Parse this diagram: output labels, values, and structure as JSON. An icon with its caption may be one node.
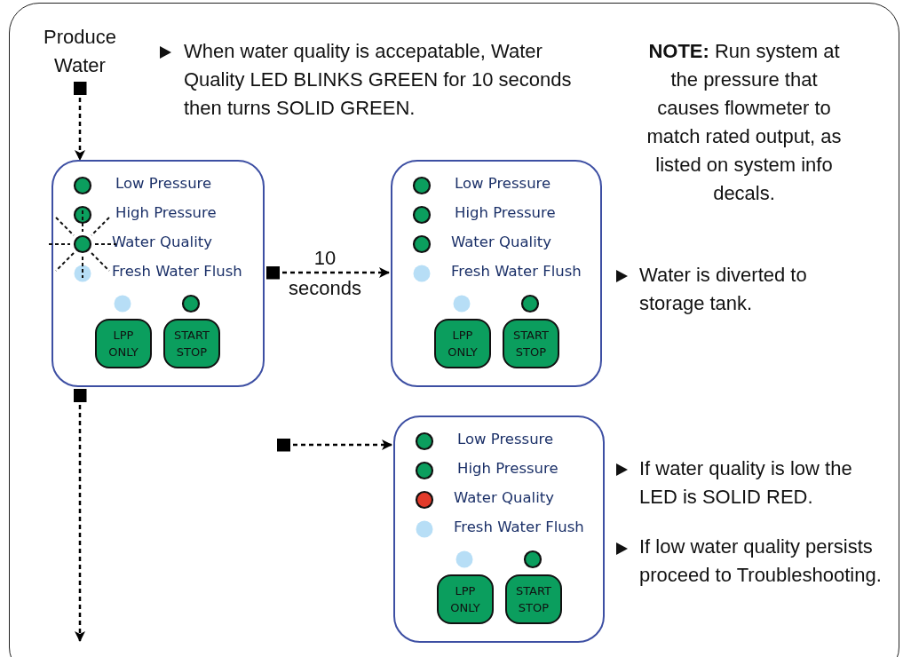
{
  "diagram": {
    "nodes": [
      {
        "text": [
          "Produce Water"
        ]
      },
      {
        "text": [
          "Low Pressure",
          "High Pressure",
          "Water Quality",
          "Fresh Water Flush"
        ]
      },
      {
        "text": [
          "LPP ONLY"
        ],
        "in": 1
      },
      {
        "text": [
          "START STOP"
        ],
        "in": 1
      },
      {
        "text": [
          "Low Pressure",
          "High Pressure",
          "Water Quality",
          "Fresh Water Flush"
        ]
      },
      {
        "text": [
          "LPP ONLY"
        ],
        "in": 4
      },
      {
        "text": [
          "START STOP"
        ],
        "in": 4
      },
      {
        "text": [
          "Low Pressure",
          "High Pressure",
          "Water Quality",
          "Fresh Water Flush"
        ]
      },
      {
        "text": [
          "LPP ONLY"
        ],
        "in": 7
      },
      {
        "text": [
          "START STOP"
        ],
        "in": 7
      }
    ],
    "edges": [
      {
        "from": 0,
        "to": 1,
        "arrow": "to",
        "style": "dashed"
      },
      {
        "from": 1,
        "to": 4,
        "arrow": "to",
        "style": "dashed",
        "label": "10 seconds"
      },
      {
        "from": 1,
        "to": null,
        "arrow": "to",
        "style": "dashed"
      },
      {
        "from": null,
        "to": 7,
        "arrow": "to",
        "style": "dashed"
      }
    ],
    "labels": [
      "When water quality is accepatable, Water Quality LED BLINKS GREEN for 10 seconds then turns SOLID GREEN.",
      "**NOTE:** Run system at the pressure that causes flowmeter to match rated output, as listed on system info decals.",
      "Water is diverted to storage tank.",
      "If water quality is low the LED is SOLID RED.",
      "If low water quality persists proceed to Troubleshooting."
    ]
  }
}
